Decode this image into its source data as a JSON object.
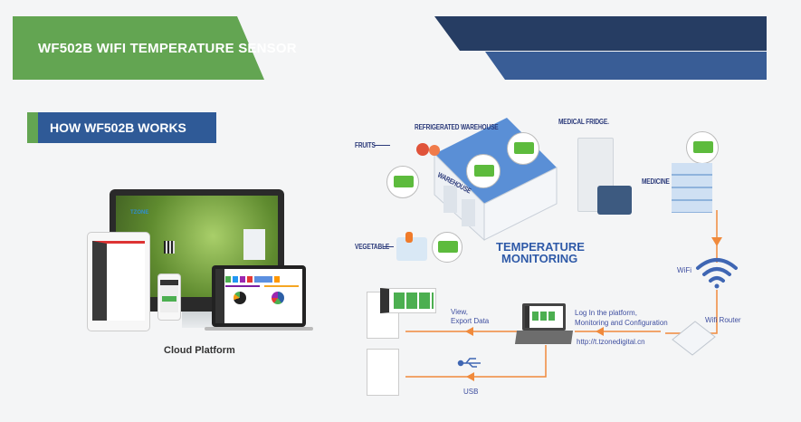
{
  "header": {
    "title": "WF502B WIFI TEMPERATURE SENSOR",
    "colors": {
      "green": "#63a552",
      "navy": "#263d63",
      "blue": "#395d96"
    }
  },
  "section": {
    "title": "HOW WF502B WORKS",
    "accent": "#63a552",
    "bg": "#2f5a97"
  },
  "cloud": {
    "caption": "Cloud Platform",
    "brand": "TZONE"
  },
  "diagram": {
    "center_title_line1": "TEMPERATURE",
    "center_title_line2": "MONITORING",
    "warehouse_sign": "WAREHOUSE",
    "labels": {
      "refrigerated": "REFRIGERATED WAREHOUSE",
      "fruits": "FRUITS",
      "vegetable": "VEGETABLE",
      "medical_fridge": "MEDICAL FRIDGE.",
      "medicine": "MEDICINE"
    },
    "wifi": "WiFi",
    "router": "Wifi Router",
    "login_line1": "Log In the platform,",
    "login_line2": "Monitoring and Configuration",
    "url": "http://t.tzonedigital.cn",
    "view_line1": "View,",
    "view_line2": "Export Data",
    "usb": "USB",
    "line_color": "#f08a3c"
  }
}
